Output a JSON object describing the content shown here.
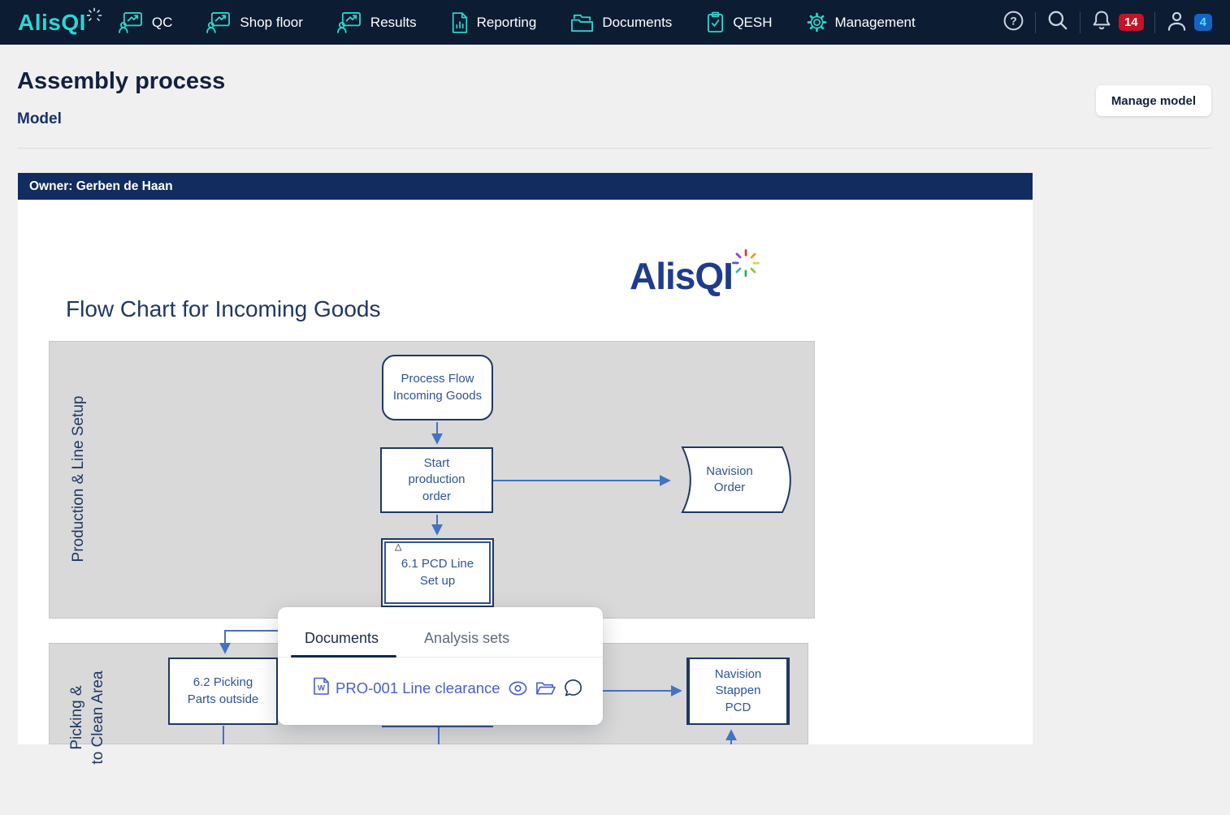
{
  "header": {
    "logo_text": "AlisQI",
    "nav_items": [
      {
        "label": "QC",
        "icon": "qc-board-icon"
      },
      {
        "label": "Shop floor",
        "icon": "shopfloor-board-icon"
      },
      {
        "label": "Results",
        "icon": "results-board-icon"
      },
      {
        "label": "Reporting",
        "icon": "report-document-icon"
      },
      {
        "label": "Documents",
        "icon": "folders-icon"
      },
      {
        "label": "QESH",
        "icon": "clipboard-check-icon"
      },
      {
        "label": "Management",
        "icon": "gear-icon"
      }
    ],
    "notification_count": "14",
    "user_count": "4"
  },
  "page": {
    "title": "Assembly process",
    "subtitle": "Model",
    "manage_model_button": "Manage model"
  },
  "model_card": {
    "owner_banner": "Owner: Gerben de Haan"
  },
  "flowchart": {
    "doc_title": "Flow Chart for Incoming Goods",
    "doc_logo_text": "AlisQI",
    "lane1_label": "Production & Line Setup",
    "lane2_label": "Picking &\nto Clean Area",
    "nodes": {
      "process_flow": "Process Flow\nIncoming Goods",
      "start_production": "Start\nproduction\norder",
      "navision_order": "Navision\nOrder",
      "pcd_line_setup": "6.1 PCD Line\nSet up",
      "pcd_marker": "△",
      "picking_parts": "6.2 Picking\nParts outside",
      "navision_stappen": "Navision\nStappen\nPCD"
    }
  },
  "popup": {
    "tabs": [
      {
        "label": "Documents",
        "active": true
      },
      {
        "label": "Analysis sets",
        "active": false
      }
    ],
    "document_name": "PRO-001 Line clearance"
  },
  "colors": {
    "accent_teal": "#2bd6cd",
    "nav_bg": "#0b1c33",
    "banner_bg": "#112c5f",
    "notification_badge": "#c41425",
    "user_badge": "#1563c5",
    "link_blue": "#4a5ed0",
    "flow_stroke": "#1f3864",
    "connector_blue": "#4472c4"
  }
}
